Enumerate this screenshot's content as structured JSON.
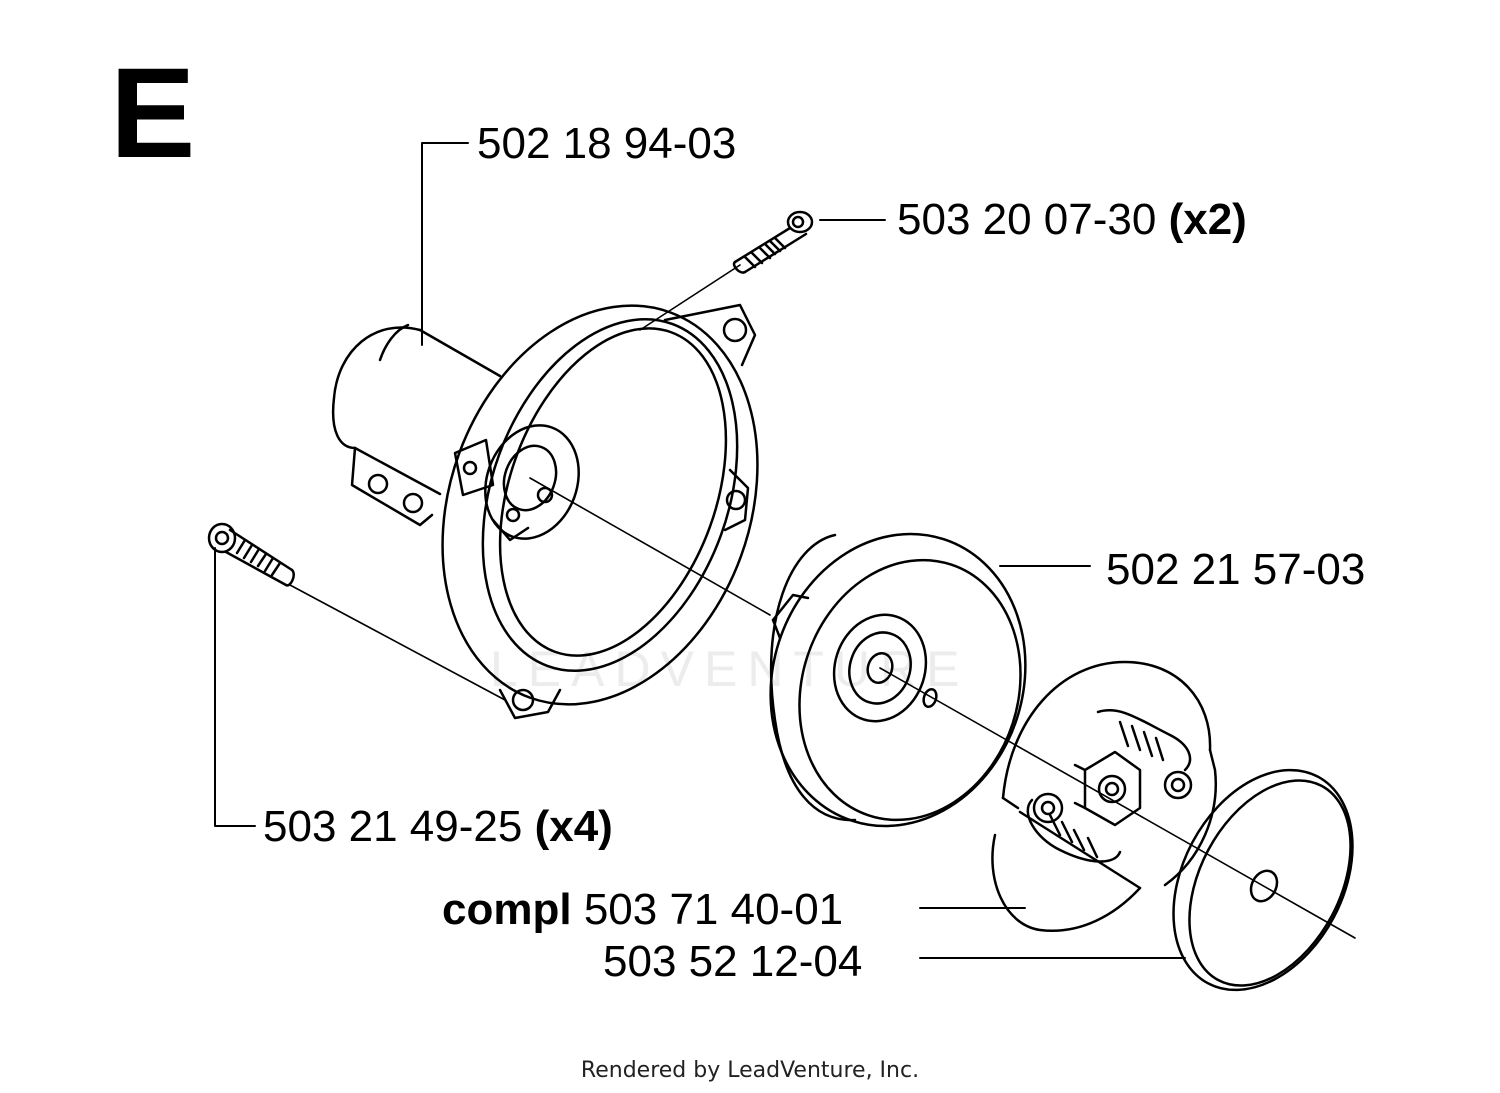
{
  "section_letter": "E",
  "watermark": "LEADVENTURE",
  "parts": [
    {
      "number": "502 18 94-03",
      "qty": "",
      "prefix": ""
    },
    {
      "number": "503 20 07-30",
      "qty": "(x2)",
      "prefix": ""
    },
    {
      "number": "502 21 57-03",
      "qty": "",
      "prefix": ""
    },
    {
      "number": "503 21 49-25",
      "qty": "(x4)",
      "prefix": ""
    },
    {
      "number": "503 71 40-01",
      "qty": "",
      "prefix": "compl"
    },
    {
      "number": "503 52 12-04",
      "qty": "",
      "prefix": ""
    }
  ],
  "footer": "Rendered by LeadVenture, Inc."
}
